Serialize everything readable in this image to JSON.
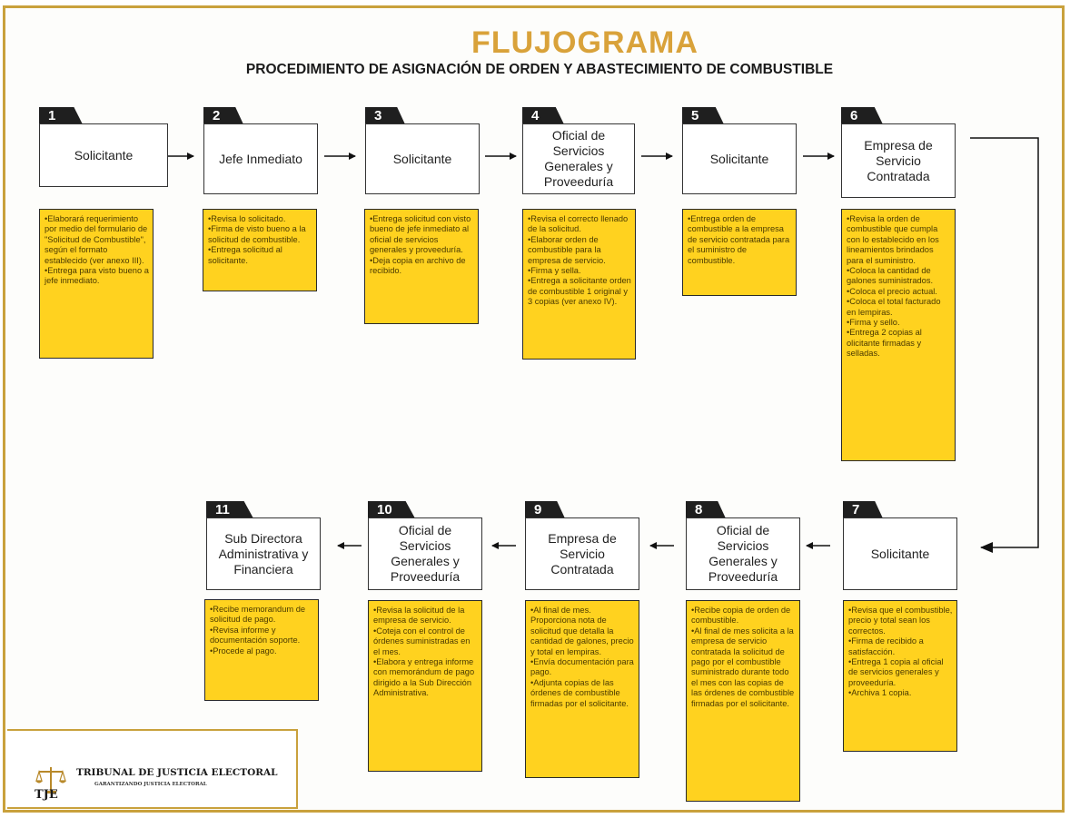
{
  "title": "FLUJOGRAMA",
  "subtitle": "PROCEDIMIENTO DE ASIGNACIÓN DE ORDEN Y ABASTECIMIENTO DE COMBUSTIBLE",
  "steps": [
    {
      "num": "1",
      "actor": "Solicitante",
      "note": "•Elaborará requerimiento por medio del formulario de \"Solicitud de Combustible\", según el formato establecido (ver anexo III).\n•Entrega para visto bueno a jefe inmediato."
    },
    {
      "num": "2",
      "actor": "Jefe Inmediato",
      "note": "•Revisa lo solicitado.\n•Firma de visto bueno a la solicitud de combustible.\n•Entrega solicitud al solicitante."
    },
    {
      "num": "3",
      "actor": "Solicitante",
      "note": "•Entrega solicitud con visto bueno de jefe inmediato al oficial de servicios generales y proveeduría.\n•Deja copia en archivo de recibido."
    },
    {
      "num": "4",
      "actor": "Oficial de Servicios Generales y Proveeduría",
      "note": "•Revisa el correcto llenado de la solicitud.\n•Elaborar orden de combustible para la empresa de servicio.\n•Firma y sella.\n•Entrega a solicitante orden de combustible 1 original y 3 copias (ver anexo IV)."
    },
    {
      "num": "5",
      "actor": "Solicitante",
      "note": "•Entrega orden de combustible a la empresa de servicio contratada para el suministro de combustible."
    },
    {
      "num": "6",
      "actor": "Empresa de Servicio Contratada",
      "note": "•Revisa la orden de combustible que cumpla con lo establecido en los lineamientos brindados para el suministro.\n•Coloca la cantidad de galones suministrados.\n•Coloca el precio actual.\n•Coloca el total facturado en lempiras.\n•Firma y sello.\n•Entrega 2 copias al olicitante firmadas y selladas."
    },
    {
      "num": "7",
      "actor": "Solicitante",
      "note": "•Revisa que el combustible, precio y total sean los correctos.\n•Firma de recibido a satisfacción.\n•Entrega 1 copia al oficial de servicios generales y proveeduría.\n•Archiva 1 copia."
    },
    {
      "num": "8",
      "actor": "Oficial de Servicios Generales y Proveeduría",
      "note": "•Recibe copia de orden de combustible.\n•Al final de mes solicita a la empresa de servicio contratada la solicitud de pago por el combustible suministrado durante todo el mes con las copias de las órdenes de combustible firmadas por el solicitante."
    },
    {
      "num": "9",
      "actor": "Empresa de Servicio Contratada",
      "note": "•Al final de mes. Proporciona nota de solicitud que detalla la cantidad de galones, precio y total en lempiras.\n•Envía documentación para pago.\n•Adjunta copias de las órdenes de combustible firmadas por el solicitante."
    },
    {
      "num": "10",
      "actor": "Oficial de Servicios Generales y Proveeduría",
      "note": "•Revisa la solicitud de la empresa de servicio.\n•Coteja con el control de órdenes suministradas en el mes.\n•Elabora y entrega informe con memorándum de pago dirigido a la Sub Dirección Administrativa."
    },
    {
      "num": "11",
      "actor": "Sub Directora Administrativa y Financiera",
      "note": "•Recibe memorandum de solicitud de pago.\n•Revisa informe y documentación soporte.\n•Procede al pago."
    }
  ],
  "footer": {
    "org_name": "TRIBUNAL DE JUSTICIA ELECTORAL",
    "tagline": "GARANTIZANDO JUSTICIA ELECTORAL",
    "abbr": "TJE"
  }
}
